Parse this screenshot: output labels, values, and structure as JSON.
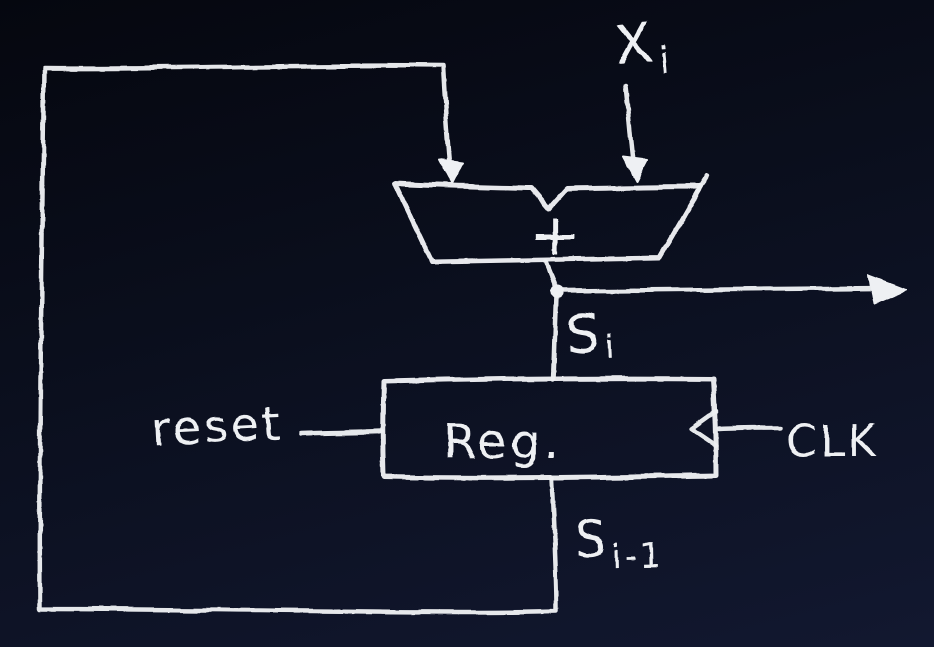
{
  "diagram": {
    "kind": "hand-drawn accumulator circuit (chalkboard style)",
    "colors": {
      "background_top": "#05070f",
      "background_bottom": "#121830",
      "chalk_stroke": "#eef0f3"
    },
    "labels": {
      "xi_base": "X",
      "xi_sub": "i",
      "si_base": "S",
      "si_sub": "i",
      "si_prev_base": "S",
      "si_prev_sub": "i-1",
      "adder_plus": "+",
      "register": "Reg.",
      "reset": "reset",
      "clock": "CLK"
    }
  }
}
